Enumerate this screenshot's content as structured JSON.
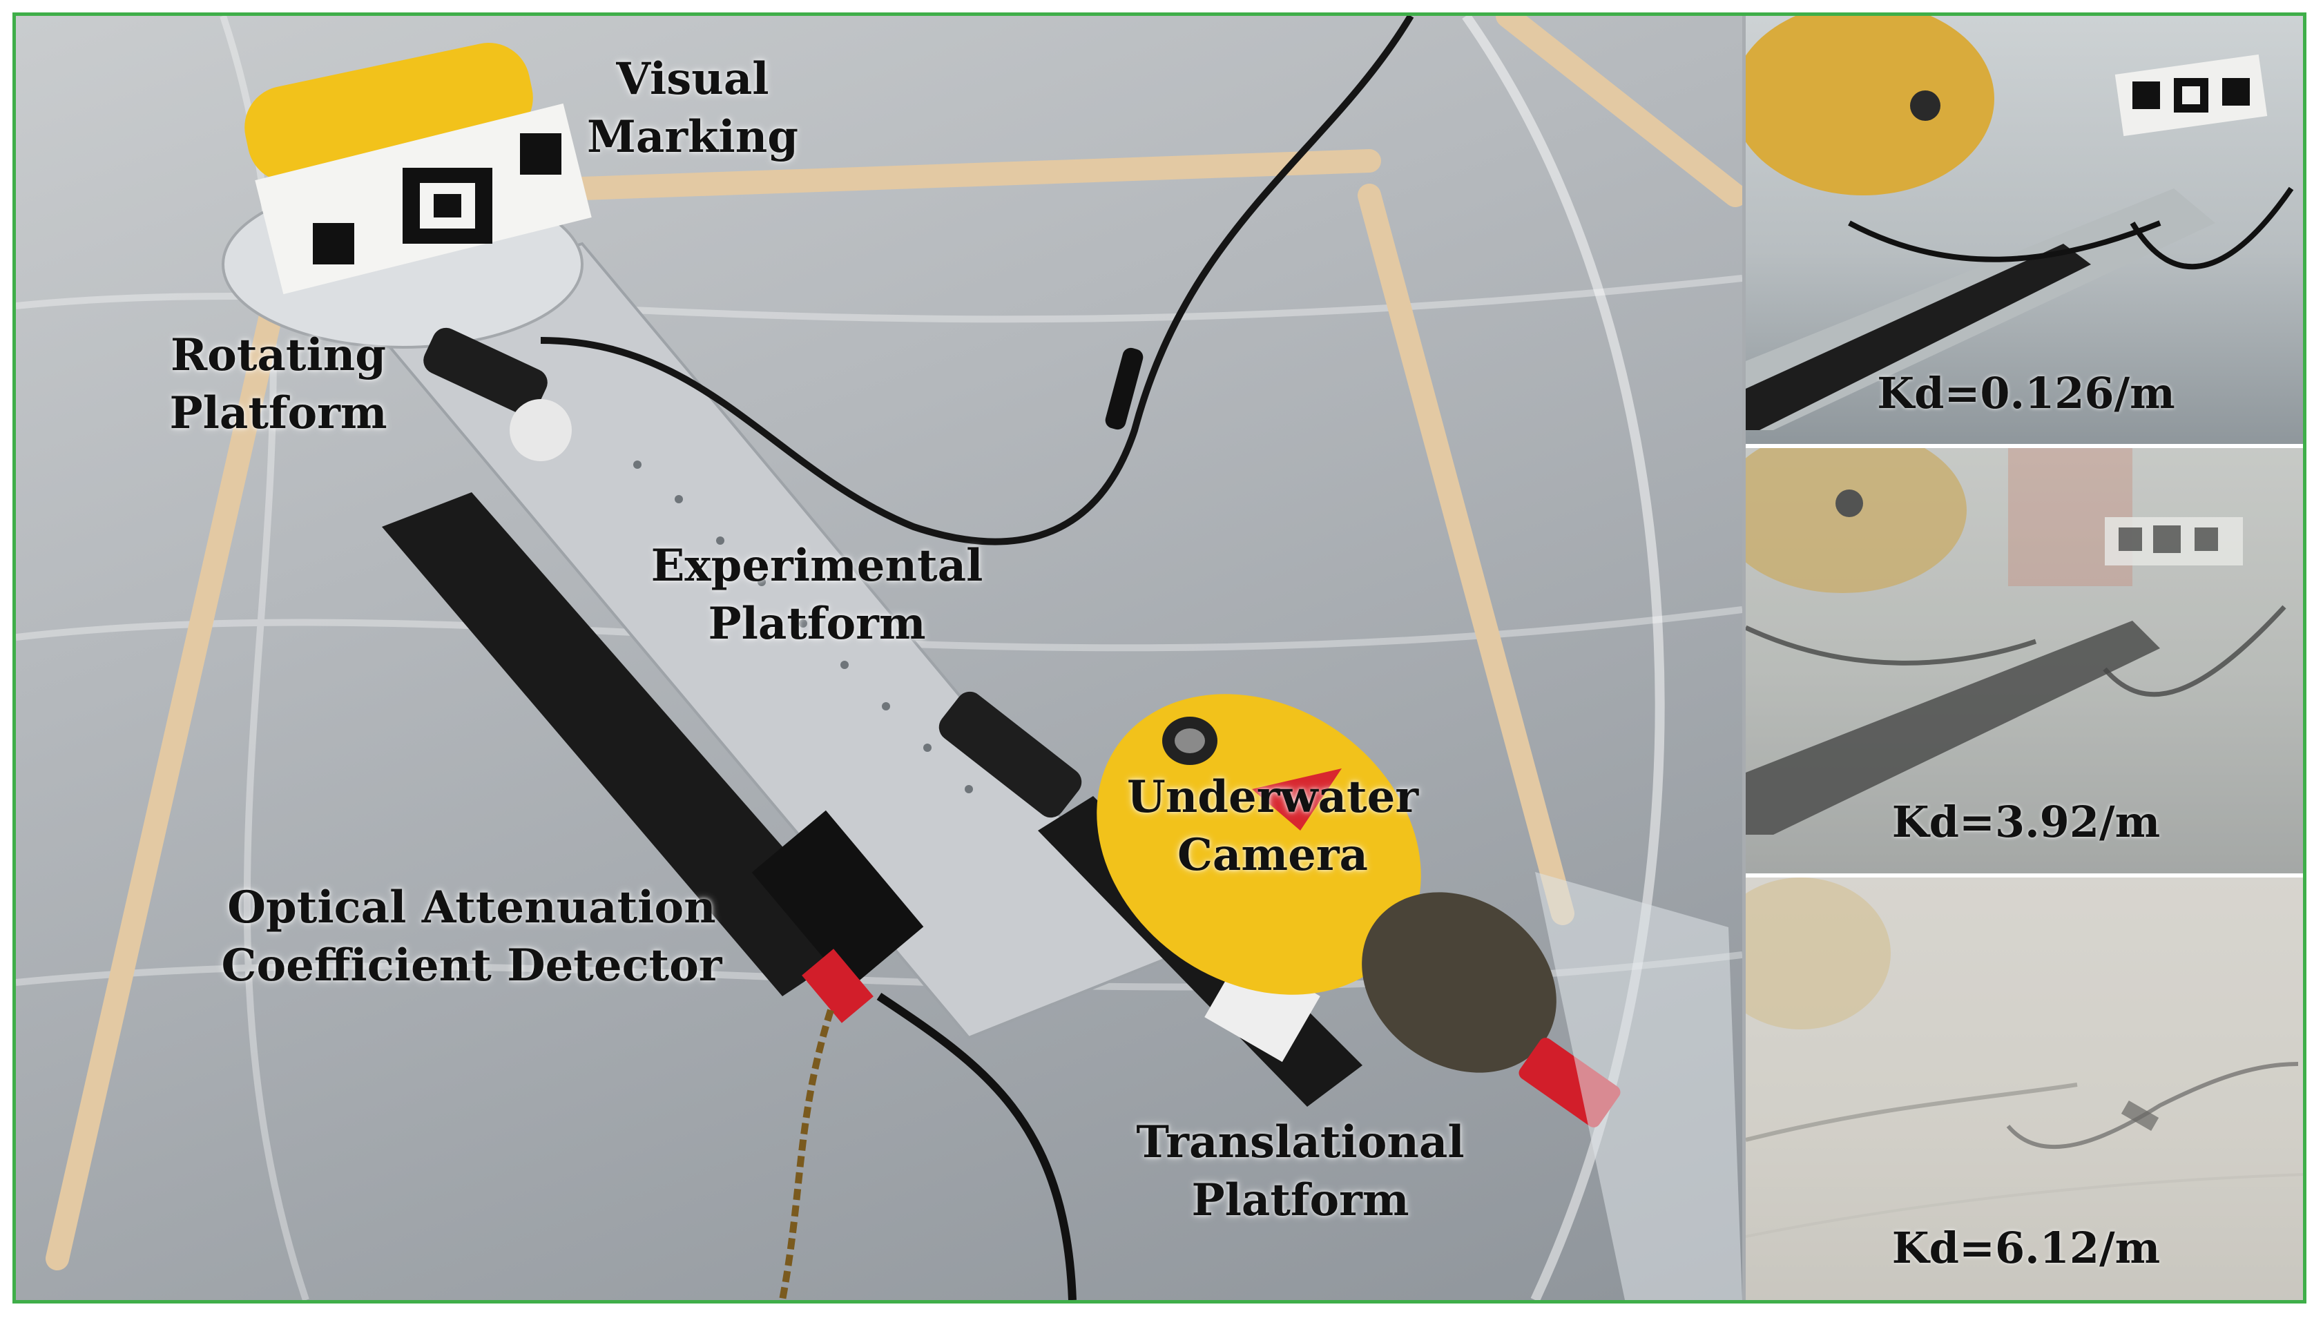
{
  "labels": {
    "visual_marking": [
      "Visual",
      "Marking"
    ],
    "rotating_platform": [
      "Rotating",
      "Platform"
    ],
    "experimental_platform": [
      "Experimental",
      "Platform"
    ],
    "underwater_camera": [
      "Underwater",
      "Camera"
    ],
    "optical_detector": [
      "Optical Attenuation",
      "Coefficient Detector"
    ],
    "translational_platform": [
      "Translational",
      "Platform"
    ]
  },
  "panels": [
    {
      "kd": "Kd=0.126/m"
    },
    {
      "kd": "Kd=3.92/m"
    },
    {
      "kd": "Kd=6.12/m"
    }
  ],
  "colors": {
    "border": "#3fae49",
    "camera_yellow": "#f2c21b",
    "detector_black": "#1a1a1a",
    "plate_aluminum": "#c9ccd0"
  }
}
